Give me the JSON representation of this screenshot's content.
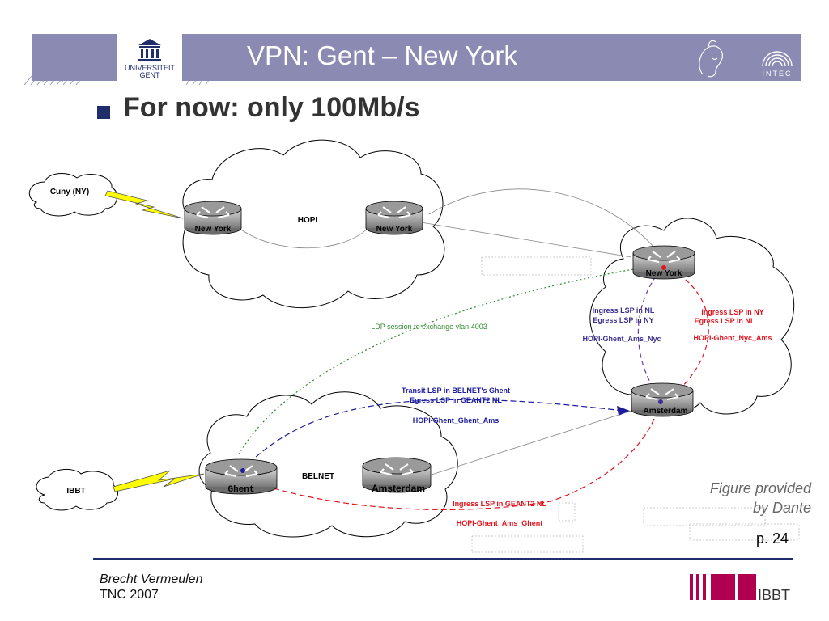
{
  "slide": {
    "title": "VPN: Gent – New York",
    "headline": "For now: only 100Mb/s",
    "caption_line1": "Figure provided",
    "caption_line2": "by Dante",
    "page_number": "p. 24",
    "author": "Brecht Vermeulen",
    "event": "TNC 2007"
  },
  "logos": {
    "university_line1": "UNIVERSITEIT",
    "university_line2": "GENT",
    "intec": "INTEC",
    "ibbt": "IBBT"
  },
  "colors": {
    "header_band": "#8a8ab2",
    "accent_navy": "#1f2d6b",
    "label_blue": "#1c1c9c",
    "label_purple": "#3b2f8f",
    "label_red": "#e0141e",
    "label_green": "#2e8b2e",
    "ibbt_magenta": "#b0004f"
  },
  "diagram": {
    "clouds": {
      "cuny": "Cuny (NY)",
      "ibbt": "IBBT",
      "hopi": "HOPI",
      "belnet": "BELNET"
    },
    "routers": {
      "hopi_ny_1": "New York",
      "hopi_ny_2": "New York",
      "geant_ny": "New York",
      "geant_ams": "Amsterdam",
      "belnet_ghent": "Ghent",
      "belnet_ams": "Amsterdam"
    },
    "labels": {
      "ldp_session": "LDP session to exchange vlan 4003",
      "ingress_nl": "Ingress LSP in NL",
      "egress_ny": "Egress LSP in NY",
      "lsp_ams_nyc": "HOPI-Ghent_Ams_Nyc",
      "ingress_ny": "Ingress LSP in NY",
      "egress_nl": "Egress LSP in NL",
      "lsp_nyc_ams": "HOPI-Ghent_Nyc_Ams",
      "transit_belnet": "Transit LSP in BELNET's Ghent",
      "egress_geant2": "Egress LSP in GEANT2 NL",
      "lsp_ghent_ams": "HOPI-Ghent_Ghent_Ams",
      "ingress_geant2": "Ingress LSP in GEANT2 NL",
      "lsp_ams_ghent": "HOPI-Ghent_Ams_Ghent"
    }
  }
}
